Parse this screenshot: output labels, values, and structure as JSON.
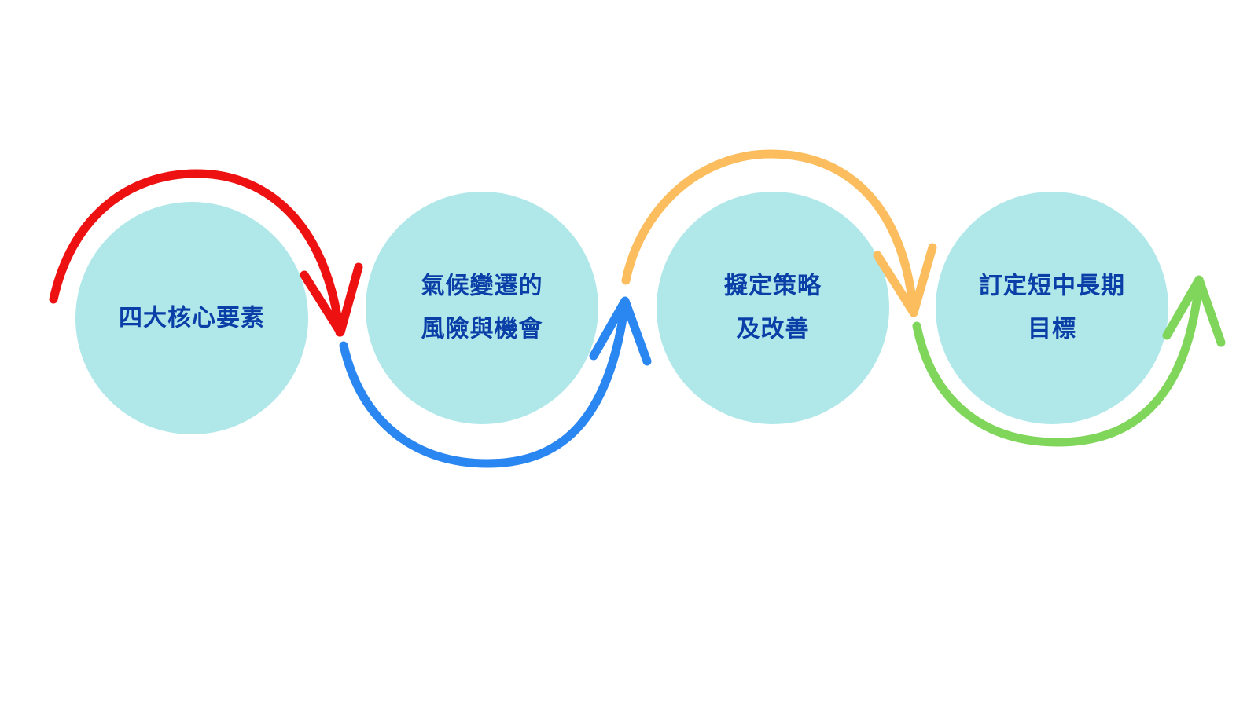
{
  "diagram": {
    "steps": [
      {
        "lines": [
          "四大核心要素"
        ]
      },
      {
        "lines": [
          "氣候變遷的",
          "風險與機會"
        ]
      },
      {
        "lines": [
          "擬定策略",
          "及改善"
        ]
      },
      {
        "lines": [
          "訂定短中長期",
          "目標"
        ]
      }
    ],
    "colors": {
      "circle_fill": "#b0e8ea",
      "text": "#0b3fa8",
      "arrow_1": "#ee1111",
      "arrow_2": "#2a86f0",
      "arrow_3": "#fbbd5e",
      "arrow_4": "#7fd65a"
    }
  }
}
